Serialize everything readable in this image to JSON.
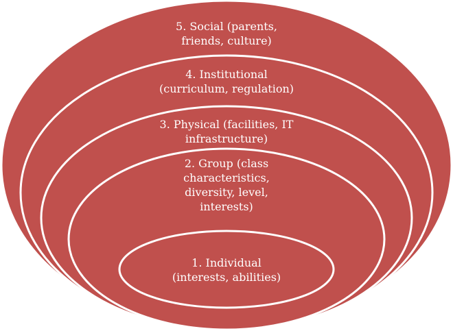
{
  "diagram": {
    "fill_color": "#C0504D",
    "stroke_color": "#FFFFFF",
    "layers": [
      {
        "level": 5,
        "lines": [
          "5. Social (parents,",
          "friends, culture)"
        ]
      },
      {
        "level": 4,
        "lines": [
          "4. Institutional",
          "(curriculum, regulation)"
        ]
      },
      {
        "level": 3,
        "lines": [
          "3. Physical (facilities, IT",
          "infrastructure)"
        ]
      },
      {
        "level": 2,
        "lines": [
          "2. Group (class",
          "characteristics,",
          "diversity, level,",
          "interests)"
        ]
      },
      {
        "level": 1,
        "lines": [
          "1. Individual",
          "(interests, abilities)"
        ]
      }
    ]
  }
}
